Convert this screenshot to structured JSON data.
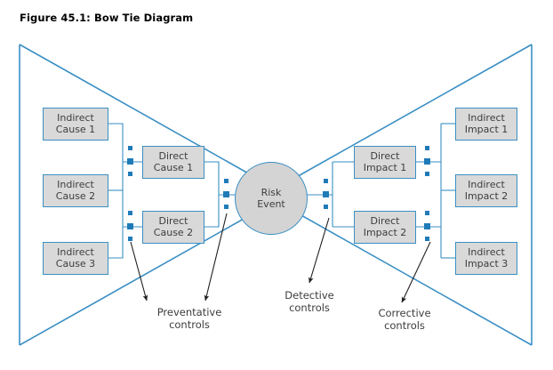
{
  "figure": {
    "title": "Figure 45.1: Bow Tie Diagram"
  },
  "colors": {
    "outline_blue": "#3a8fc4",
    "marker_blue": "#1f7bb8",
    "box_fill": "#d9d9d9",
    "circle_fill": "#d4d4d4",
    "text": "#3d3d3d",
    "arrow_black": "#231f20",
    "background": "#ffffff"
  },
  "center": {
    "label_line1": "Risk",
    "label_line2": "Event"
  },
  "causes": {
    "indirect": [
      {
        "line1": "Indirect",
        "line2": "Cause 1"
      },
      {
        "line1": "Indirect",
        "line2": "Cause 2"
      },
      {
        "line1": "Indirect",
        "line2": "Cause 3"
      }
    ],
    "direct": [
      {
        "line1": "Direct",
        "line2": "Cause 1"
      },
      {
        "line1": "Direct",
        "line2": "Cause 2"
      }
    ]
  },
  "impacts": {
    "direct": [
      {
        "line1": "Direct",
        "line2": "Impact 1"
      },
      {
        "line1": "Direct",
        "line2": "Impact 2"
      }
    ],
    "indirect": [
      {
        "line1": "Indirect",
        "line2": "Impact 1"
      },
      {
        "line1": "Indirect",
        "line2": "Impact 2"
      },
      {
        "line1": "Indirect",
        "line2": "Impact 3"
      }
    ]
  },
  "controls": [
    {
      "line1": "Preventative",
      "line2": "controls"
    },
    {
      "line1": "Detective",
      "line2": "controls"
    },
    {
      "line1": "Corrective",
      "line2": "controls"
    }
  ]
}
